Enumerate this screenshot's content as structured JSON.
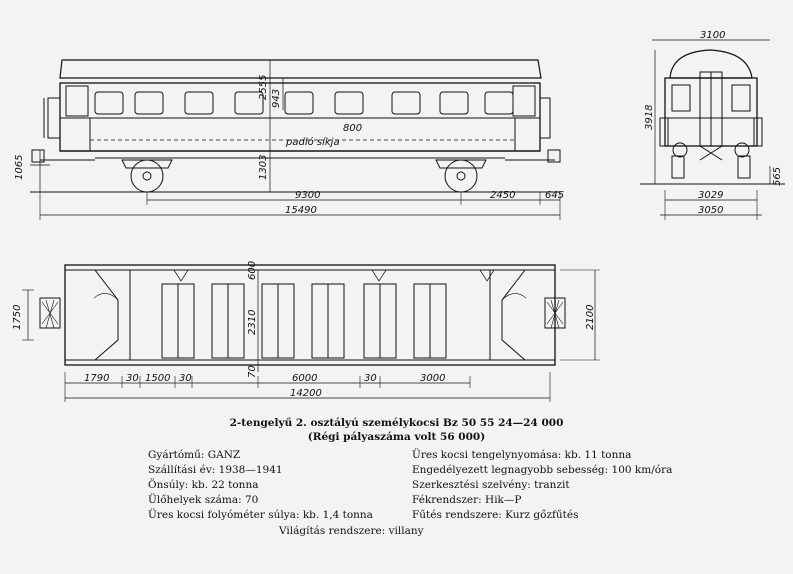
{
  "drawing": {
    "side_view": {
      "floor_label": "padló síkja",
      "dims": {
        "height_2555": "2555",
        "window_943": "943",
        "window_800": "800",
        "floor_1303": "1303",
        "rail_1065": "1065",
        "wheelbase_9300": "9300",
        "overhang_2450": "2450",
        "buffer_645": "645",
        "total_15490": "15490"
      }
    },
    "end_view": {
      "dims": {
        "width_3100": "3100",
        "height_3918": "3918",
        "gauge_565": "565",
        "width_3029": "3029",
        "width_3050": "3050"
      }
    },
    "plan_view": {
      "dims": {
        "aisle_600": "600",
        "compartment_2310": "2310",
        "d_70": "70",
        "buffer_1750": "1750",
        "width_2100": "2100",
        "d_1790": "1790",
        "d_30a": "30",
        "d_1500": "1500",
        "d_30b": "30",
        "d_6000": "6000",
        "d_30c": "30",
        "d_3000": "3000",
        "total_14200": "14200"
      }
    }
  },
  "caption": {
    "title": "2-tengelyű 2. osztályú személykocsi Bz 50 55 24—24 000",
    "subtitle": "(Régi pályaszáma volt 56 000)"
  },
  "specs": {
    "left": [
      "Gyártómű: GANZ",
      "Szállítási év: 1938—1941",
      "Önsúly: kb. 22 tonna",
      "Ülőhelyek száma: 70",
      "Üres kocsi folyóméter súlya: kb. 1,4 tonna"
    ],
    "right": [
      "Üres kocsi tengelynyomása: kb. 11 tonna",
      "Engedélyezett legnagyobb sebesség: 100 km/óra",
      "Szerkesztési szelvény: tranzit",
      "Fékrendszer: Hik—P",
      "Fűtés rendszere: Kurz gőzfűtés"
    ],
    "lighting": "Világítás rendszere: villany"
  }
}
